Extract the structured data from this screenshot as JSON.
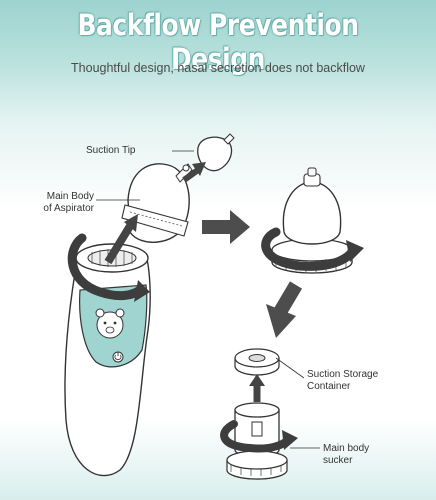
{
  "title": "Backflow Prevention Design",
  "subtitle": "Thoughtful design, nasal secretion does not backflow",
  "labels": {
    "suction_tip": "Suction Tip",
    "main_body_line1": "Main Body",
    "main_body_line2": "of Aspirator",
    "storage_line1": "Suction Storage",
    "storage_line2": "Container",
    "sucker_line1": "Main body",
    "sucker_line2": "sucker"
  },
  "colors": {
    "accent": "#9fd4d0",
    "arrow": "#4d4d4d"
  },
  "icons": [
    "power-icon",
    "bear-face-icon"
  ]
}
